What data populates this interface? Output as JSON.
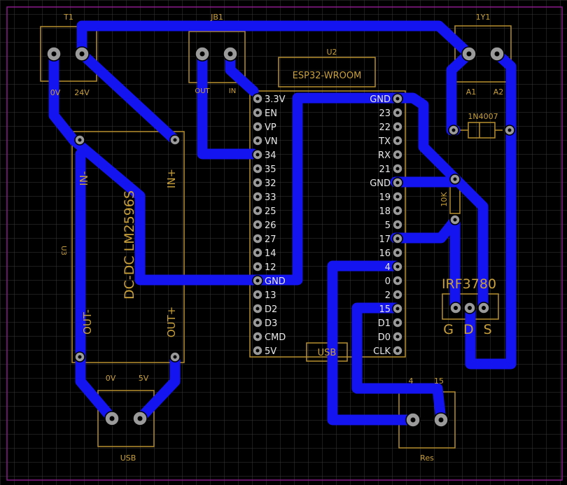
{
  "components": {
    "t1": {
      "ref": "T1",
      "pin_left": "0V",
      "pin_right": "24V"
    },
    "jb1": {
      "ref": "JB1",
      "pin_left": "OUT",
      "pin_right": "IN"
    },
    "u2": {
      "ref": "U2",
      "name": "ESP32-WROOM"
    },
    "y1": {
      "ref": "1Y1",
      "pin_left": "A1",
      "pin_right": "A2"
    },
    "diode": {
      "name": "1N4007"
    },
    "resistor": {
      "name": "10K"
    },
    "mosfet": {
      "name": "IRF3780",
      "pins": "G D S"
    },
    "u3": {
      "ref": "U3",
      "name": "DC-DC LM2596S",
      "in_minus": "IN-",
      "in_plus": "IN+",
      "out_minus": "OUT-",
      "out_plus": "OUT+"
    },
    "usb": {
      "ref": "USB",
      "pin_left": "0V",
      "pin_right": "5V"
    },
    "res": {
      "ref": "Res",
      "pin_left": "4",
      "pin_right": "15"
    },
    "usb_label": "USB"
  },
  "esp32_left_pins": [
    "3.3V",
    "EN",
    "VP",
    "VN",
    "34",
    "35",
    "32",
    "33",
    "25",
    "26",
    "27",
    "14",
    "12",
    "GND",
    "13",
    "D2",
    "D3",
    "CMD",
    "5V"
  ],
  "esp32_right_pins": [
    "GND",
    "23",
    "22",
    "TX",
    "RX",
    "21",
    "GND",
    "19",
    "18",
    "5",
    "17",
    "16",
    "4",
    "0",
    "2",
    "15",
    "D1",
    "D0",
    "CLK"
  ],
  "colors": {
    "trace": "#1414f0",
    "silkscreen": "#b8902e",
    "board_outline": "#8a1a8a",
    "grid": "#3a3a3a"
  }
}
